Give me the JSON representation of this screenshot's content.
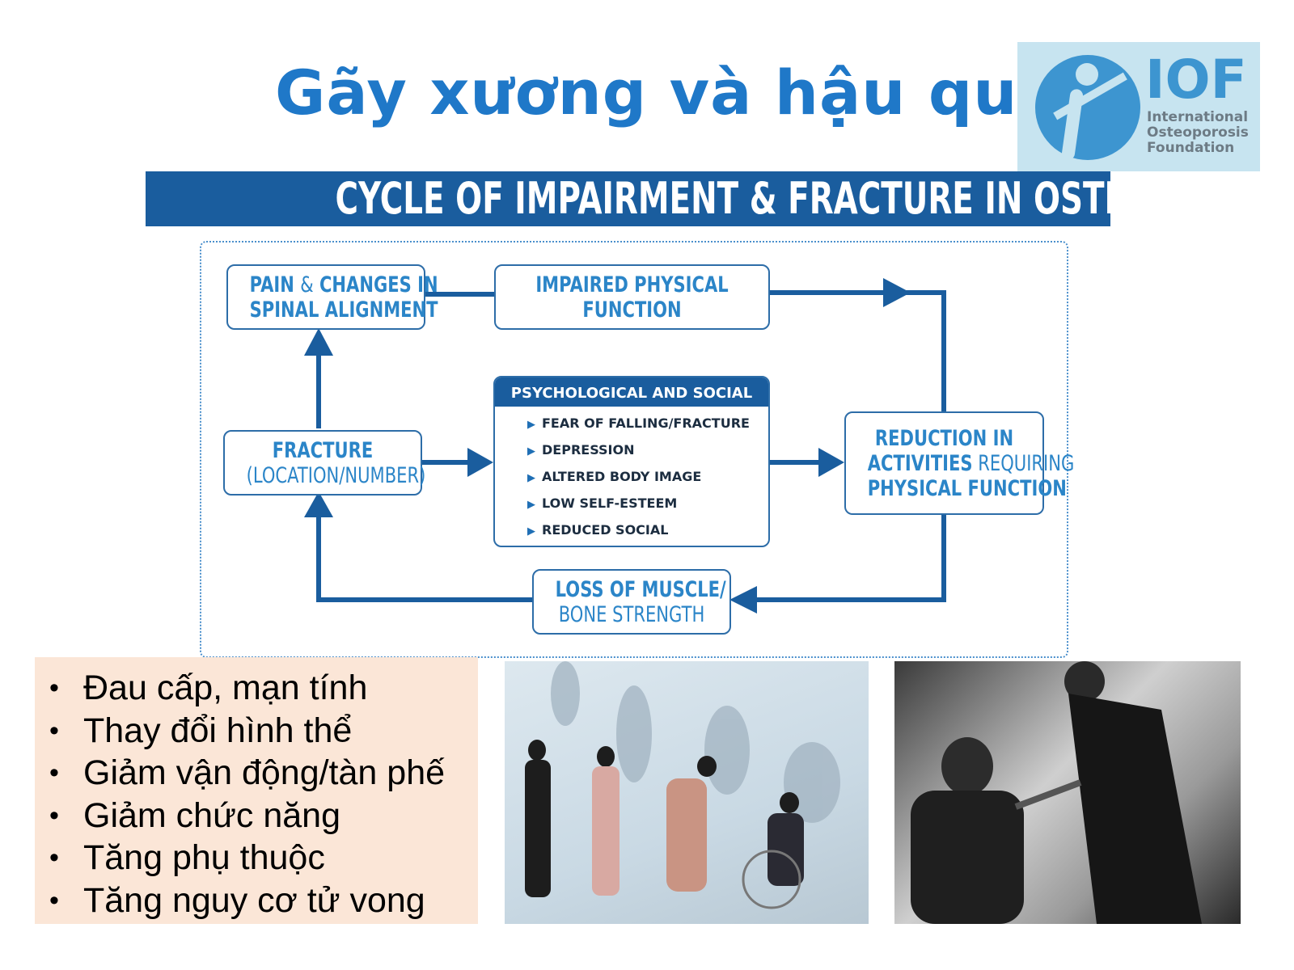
{
  "title": "Gãy xương và hậu quả",
  "logo": {
    "acronym": "IOF",
    "name_lines": [
      "International",
      "Osteoporosis",
      "Foundation"
    ]
  },
  "banner": "CYCLE OF IMPAIRMENT & FRACTURE IN OSTEOPOROSIS",
  "diagram": {
    "pain": {
      "line1a": "PAIN ",
      "line1b": "&",
      "line1c": " CHANGES IN",
      "line2": "SPINAL ALIGNMENT"
    },
    "impaired": {
      "line1": "IMPAIRED PHYSICAL",
      "line2": "FUNCTION"
    },
    "fracture": {
      "line1": "FRACTURE",
      "line2": "(LOCATION/NUMBER)"
    },
    "psych": {
      "header": "PSYCHOLOGICAL AND SOCIAL",
      "items": [
        "FEAR OF FALLING/FRACTURE",
        "DEPRESSION",
        "ALTERED BODY IMAGE",
        "LOW SELF-ESTEEM",
        "REDUCED SOCIAL INTERACTION"
      ]
    },
    "reduction": {
      "line1": "REDUCTION IN",
      "line2a": "ACTIVITIES",
      "line2b": " REQUIRING",
      "line3": "PHYSICAL FUNCTION"
    },
    "loss": {
      "line1": "LOSS OF MUSCLE/",
      "line2": "BONE STRENGTH"
    }
  },
  "bullets": [
    "Đau cấp, mạn tính",
    "Thay đổi hình thể",
    "Giảm vận động/tàn phế",
    "Giảm chức năng",
    "Tăng phụ thuộc",
    "Tăng nguy cơ tử vong"
  ],
  "bullet_symbol": "•",
  "colors": {
    "title": "#1f78c8",
    "banner": "#1a5d9e",
    "box_text": "#2b85c8",
    "arrow": "#1a5d9e",
    "bullet_bg": "#fbe6d7"
  }
}
